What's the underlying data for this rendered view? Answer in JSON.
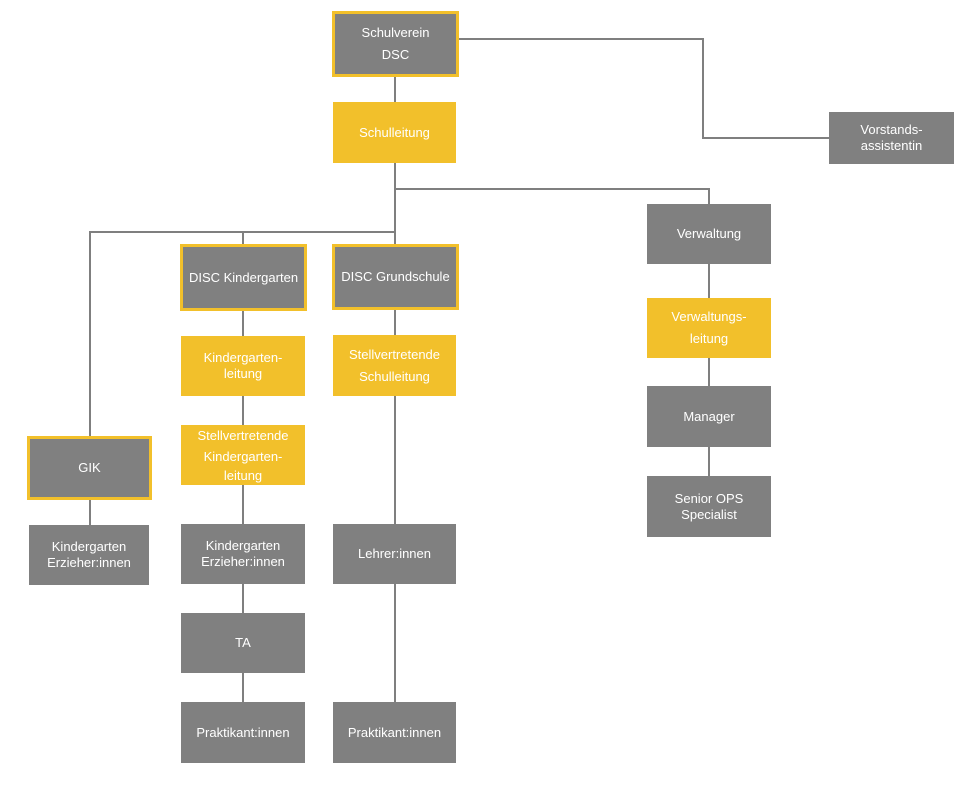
{
  "nodes": {
    "schulverein": {
      "line1": "Schulverein",
      "line2": "DSC"
    },
    "schulleitung": {
      "label": "Schulleitung"
    },
    "vorstandsassistentin": {
      "line1": "Vorstands-",
      "line2": "assistentin"
    },
    "verwaltung": {
      "label": "Verwaltung"
    },
    "verwaltungsleitung": {
      "line1": "Verwaltungs-",
      "line2": "leitung"
    },
    "manager": {
      "label": "Manager"
    },
    "senior_ops": {
      "line1": "Senior OPS",
      "line2": "Specialist"
    },
    "disc_kindergarten": {
      "label": "DISC Kindergarten"
    },
    "disc_grundschule": {
      "label": "DISC Grundschule"
    },
    "kindergartenleitung": {
      "line1": "Kindergarten-",
      "line2": "leitung"
    },
    "stellv_kindergartenleitung": {
      "line1": "Stellvertretende",
      "line2": "Kindergarten-",
      "line3": "leitung"
    },
    "stellv_schulleitung": {
      "line1": "Stellvertretende",
      "line2": "Schulleitung"
    },
    "gik": {
      "label": "GIK"
    },
    "gik_erzieher": {
      "line1": "Kindergarten",
      "line2": "Erzieher:innen"
    },
    "kg_erzieher": {
      "line1": "Kindergarten",
      "line2": "Erzieher:innen"
    },
    "ta": {
      "label": "TA"
    },
    "kg_praktikant": {
      "label": "Praktikant:innen"
    },
    "lehrer": {
      "label": "Lehrer:innen"
    },
    "gs_praktikant": {
      "label": "Praktikant:innen"
    }
  },
  "colors": {
    "gray": "#808080",
    "yellow": "#f2c02b",
    "line": "#7f7f7f"
  }
}
